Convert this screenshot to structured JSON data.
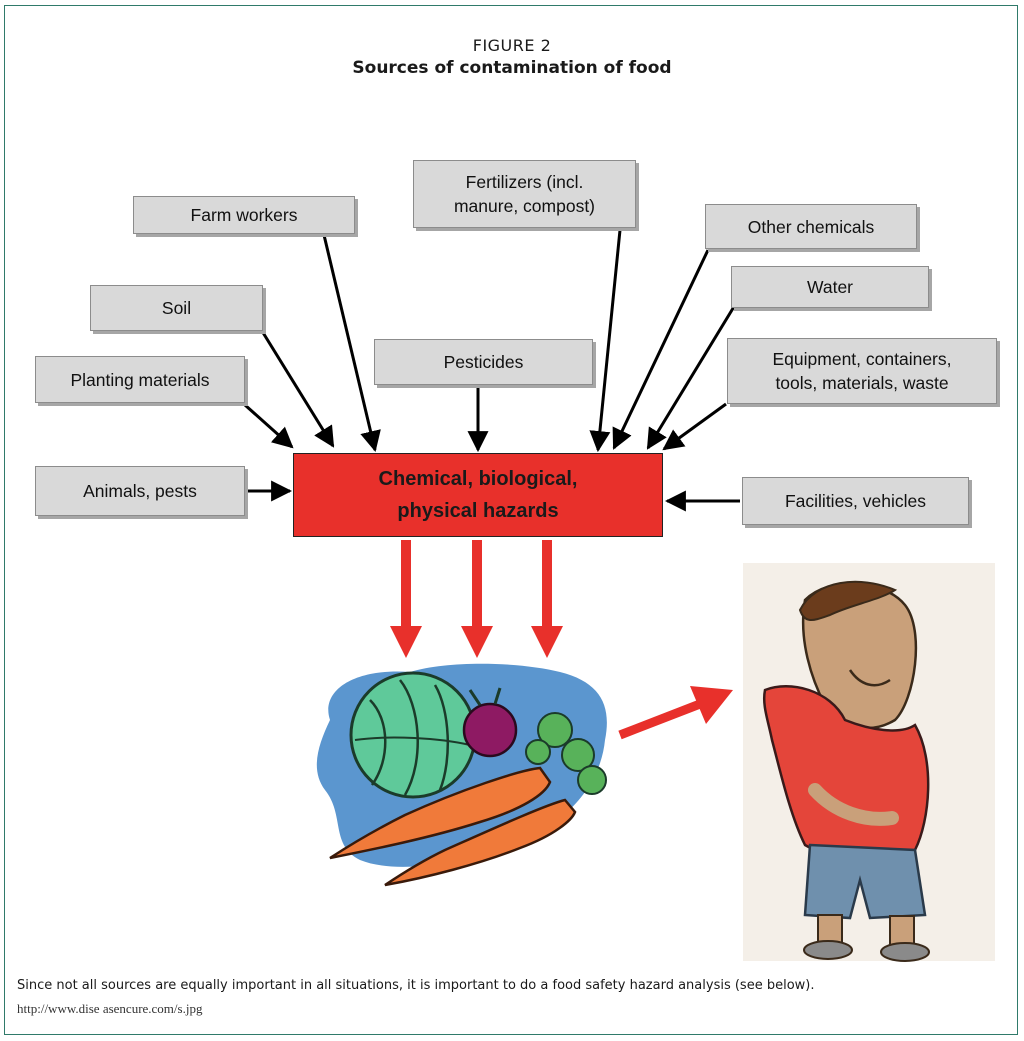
{
  "figure": {
    "label": "FIGURE 2",
    "title": "Sources of contamination of food"
  },
  "sources": {
    "farm_workers": "Farm workers",
    "fertilizers": "Fertilizers (incl.\nmanure, compost)",
    "other_chemicals": "Other chemicals",
    "water": "Water",
    "soil": "Soil",
    "pesticides": "Pesticides",
    "equipment": "Equipment, containers,\ntools, materials, waste",
    "planting_materials": "Planting materials",
    "animals_pests": "Animals, pests",
    "facilities_vehicles": "Facilities, vehicles"
  },
  "hazard": {
    "label": "Chemical, biological,\nphysical hazards",
    "color": "#e8302b"
  },
  "colors": {
    "box_fill": "#d9d9d9",
    "arrow_red": "#e8302b",
    "frame": "#2f7a6a"
  },
  "footer": {
    "caption": "Since not all sources are equally important in all situations, it is important to do a food safety hazard analysis (see below).",
    "url": "http://www.dise asencure.com/s.jpg"
  }
}
